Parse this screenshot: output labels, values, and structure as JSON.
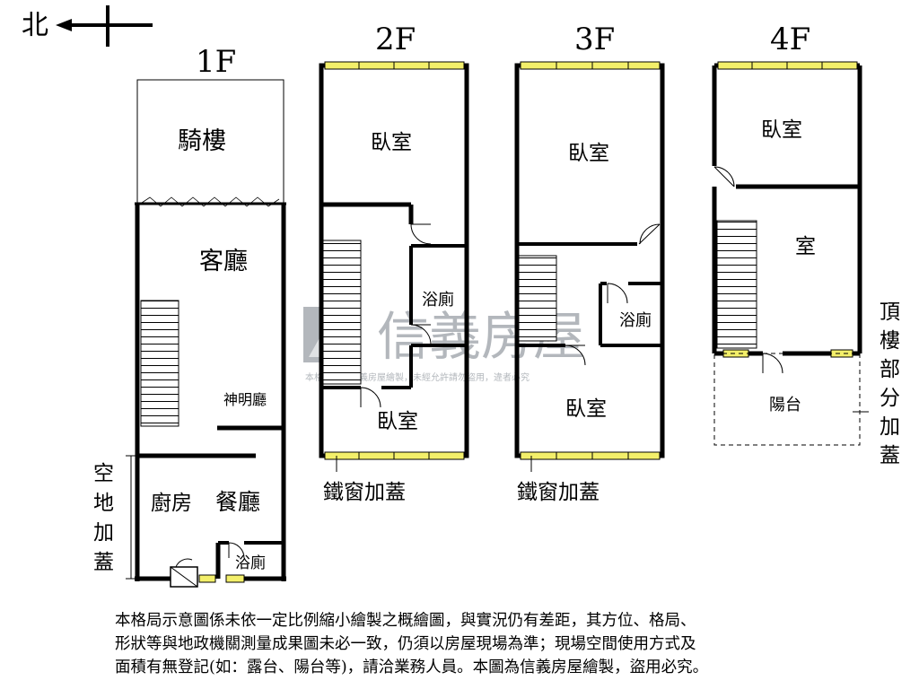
{
  "compass": {
    "label": "北"
  },
  "floors": [
    {
      "label": "1F",
      "rooms": [
        "騎樓",
        "客廳",
        "神明廳",
        "廚房",
        "餐廳",
        "浴廁"
      ],
      "side_note": "空地加蓋"
    },
    {
      "label": "2F",
      "rooms": [
        "臥室",
        "浴廁",
        "臥室"
      ],
      "bottom_note": "鐵窗加蓋"
    },
    {
      "label": "3F",
      "rooms": [
        "臥室",
        "浴廁",
        "臥室"
      ],
      "bottom_note": "鐵窗加蓋"
    },
    {
      "label": "4F",
      "rooms": [
        "臥室",
        "室",
        "陽台"
      ],
      "side_note": "頂樓部分加蓋"
    }
  ],
  "watermark": {
    "brand": "信義房屋",
    "notice": "本格局圖為信義房屋繪製，未經允許請勿盜用，違者必究"
  },
  "disclaimer": [
    "本格局示意圖係未依一定比例縮小繪製之概繪圖，與實況仍有差距，其方位、格局、",
    "形狀等與地政機關測量成果圖未必一致，仍須以房屋現場為準；現場空間使用方式及",
    "面積有無登記(如：露台、陽台等)，請洽業務人員。本圖為信義房屋繪製，盜用必究。"
  ],
  "colors": {
    "wall": "#000000",
    "window": "#f3ef6a",
    "watermark": "#9aa0a6"
  }
}
